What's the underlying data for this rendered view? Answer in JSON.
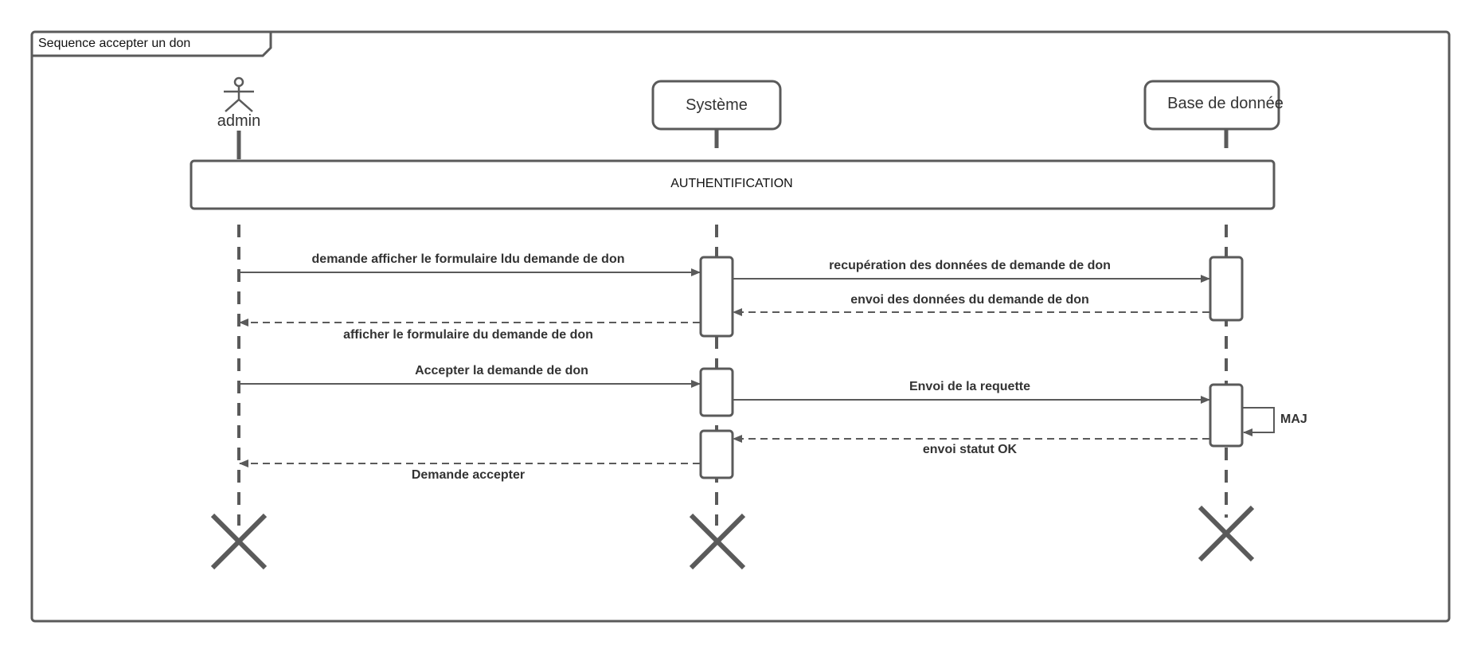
{
  "frame": {
    "title": "Sequence accepter un don"
  },
  "lifelines": {
    "admin": {
      "label": "admin",
      "kind": "actor"
    },
    "system": {
      "label": "Système",
      "kind": "object"
    },
    "db": {
      "label": "Base de donnée",
      "kind": "object"
    }
  },
  "ref_fragment": {
    "label": "AUTHENTIFICATION"
  },
  "messages": {
    "m1": {
      "label": "demande afficher le formulaire ldu demande de don",
      "from": "admin",
      "to": "system",
      "style": "sync"
    },
    "m2": {
      "label": "recupération des données de demande de don",
      "from": "system",
      "to": "db",
      "style": "sync"
    },
    "m3": {
      "label": "envoi des données du demande de don",
      "from": "db",
      "to": "system",
      "style": "reply"
    },
    "m4": {
      "label": "afficher le formulaire du demande de don",
      "from": "system",
      "to": "admin",
      "style": "reply"
    },
    "m5": {
      "label": "Accepter la demande de don",
      "from": "admin",
      "to": "system",
      "style": "sync"
    },
    "m6": {
      "label": "Envoi de la requette",
      "from": "system",
      "to": "db",
      "style": "sync"
    },
    "m7": {
      "label": "MAJ",
      "from": "db",
      "to": "db",
      "style": "self"
    },
    "m8": {
      "label": "envoi statut OK",
      "from": "db",
      "to": "system",
      "style": "reply"
    },
    "m9": {
      "label": "Demande accepter",
      "from": "system",
      "to": "admin",
      "style": "reply"
    }
  },
  "colors": {
    "stroke": "#5a5a5a",
    "text": "#333333",
    "background": "#ffffff"
  }
}
